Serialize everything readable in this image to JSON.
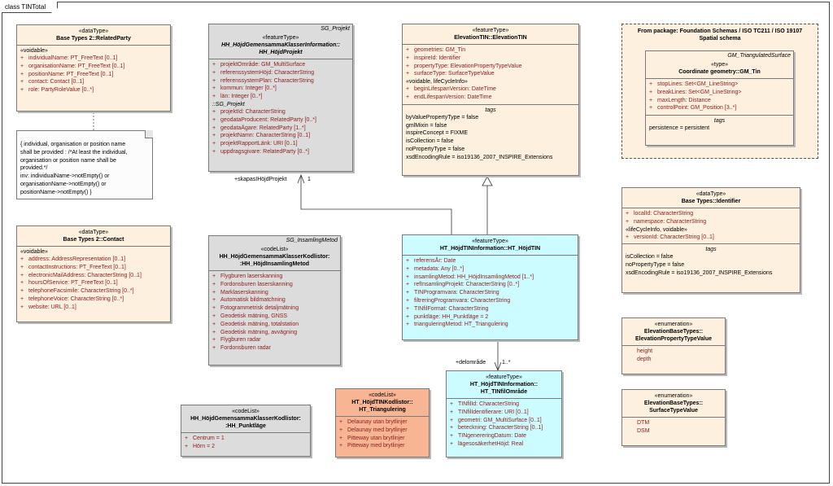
{
  "diagram": {
    "tab": "class TINTotal"
  },
  "related_party": {
    "stereotype": "«dataType»",
    "name": "Base Types 2::RelatedParty",
    "section_stereotype": "«voidable»",
    "attributes": [
      "individualName: PT_FreeText [0..1]",
      "organisationName: PT_FreeText [0..1]",
      "positionName: PT_FreeText [0..1]",
      "contact: Contact [0..1]",
      "role: PartyRoleValue [0..*]"
    ]
  },
  "constraint_note": {
    "lines": [
      "{ individual, organisation or position name",
      "shall be provided : /*At least the individual,",
      "organisation or position name shall be",
      "provided.*/",
      "inv: individualName->notEmpty() or",
      "organisationName->notEmpty() or",
      "positionName->notEmpty() }"
    ]
  },
  "contact": {
    "stereotype": "«dataType»",
    "name": "Base Types 2::Contact",
    "section_stereotype": "«voidable»",
    "attributes": [
      "address: AddressRepresentation [0..1]",
      "contactInstructions: PT_FreeText [0..1]",
      "electronicMailAddress: CharacterString [0..1]",
      "hoursOfService: PT_FreeText [0..1]",
      "telephoneFacsimile: CharacterString [0..*]",
      "telephoneVoice: CharacterString [0..*]",
      "website: URL [0..1]"
    ]
  },
  "projekt": {
    "package": "SG_Projekt",
    "stereotype": "«featureType»",
    "name_line1": "HH_HöjdGemensammaKlasserInformation::",
    "name_line2": "HH_HöjdProjekt",
    "attributes": [
      "projektOmråde: GM_MultiSurface",
      "referenssystemHöjd: CharacterString",
      "referenssystemPlan: CharacterString",
      "kommun: Integer [0..*]",
      "län: Integer [0..*]"
    ],
    "inherited_label": "::SG_Projekt",
    "inherited_attributes": [
      "projektId: CharacterString",
      "geodataProducent: RelatedParty [0..*]",
      "geodataÄgare: RelatedParty [1..*]",
      "projektNamn: CharacterString [0..1]",
      "projektRapportLänk: URI [0..1]",
      "uppdragsgivare: RelatedParty [0..*]"
    ]
  },
  "insamlingmetod": {
    "package": "SG_InsamlingMetod",
    "stereotype": "«codeList»",
    "name_line1": "HH_HöjdGemensammaKlasserKodlistor:",
    ":HH_HöjdInsamlingMetod": null,
    "name_line2": ":HH_HöjdInsamlingMetod",
    "values": [
      "Flygburen laserskanning",
      "Fordonsburen laserskanning",
      "Marklaserskanning",
      "Automatisk bildmatchning",
      "Fotogrammetrisk detaljmätning",
      "Geodetisk mätning, GNSS",
      "Geodetisk mätning, totalstation",
      "Geodetisk mätning, avvägning",
      "Flygburen radar",
      "Fordonsburen radar"
    ]
  },
  "punktlage": {
    "stereotype": "«codeList»",
    "name_line1": "HH_HöjdGemensammaKlasserKodlistor:",
    "name_line2": ":HH_Punktläge",
    "values": [
      "Centrum = 1",
      "Hörn = 2"
    ]
  },
  "triangulering": {
    "stereotype": "«codeList»",
    "name_line1": "HT_HöjdTINKodlistor::",
    "name_line2": "HT_Triangulering",
    "values": [
      "Delaunay utan brytlinjer",
      "Delaunay med brytlinjer",
      "Pitteway utan brytlinjer",
      "Pitteway med brytlinjer"
    ]
  },
  "elevation_tin": {
    "stereotype": "«featureType»",
    "name": "ElevationTIN::ElevationTIN",
    "attributes": [
      "geometries: GM_Tin",
      "inspireId: Identifier",
      "propertyType: ElevationPropertyTypeValue",
      "surfaceType: SurfaceTypeValue"
    ],
    "section2_stereotype": "«voidable, lifeCycleInfo»",
    "attributes2": [
      "beginLifespanVersion: DateTime",
      "endLifespanVersion: DateTime"
    ],
    "tags_title": "tags",
    "tags": [
      "byValuePropertyType = false",
      "gmlMixin = false",
      "inspireConcept = FIXME",
      "isCollection = false",
      "noPropertyType = false",
      "xsdEncodingRule = iso19136_2007_INSPIRE_Extensions"
    ]
  },
  "hojd_tin": {
    "stereotype": "«featureType»",
    "name": "HT_HöjdTINInformation::HT_HöjdTIN",
    "attributes": [
      "referensÅr: Date",
      "metadata: Any [0..*]",
      "insamlingMetod: HH_HöjdInsamlingMetod [1..*]",
      "refInsamlingProjekt: CharacterString [0..*]",
      "TINProgramvara: CharacterString",
      "filtreringProgramvara: CharacterString",
      "TINfilFormat: CharacterString",
      "punktläge: HH_Punktläge = 2",
      "trianguleringMetod: HT_Triangulering"
    ]
  },
  "tinfil": {
    "stereotype": "«featureType»",
    "name_line1": "HT_HöjdTINInformation::",
    "name_line2": "HT_TINfilOmråde",
    "attributes": [
      "TINfilId: CharacterString",
      "TINfilIdentifierare: URI [0..1]",
      "geometri: GM_MultiSurface [0..1]",
      "beteckning: CharacterString [0..1]",
      "TINgenereringDatum: Date",
      "lägesosäkerhetHöjd: Real"
    ]
  },
  "iso_package": {
    "title_line1": "From package: Foundation Schemas / ISO TC211 / ISO 19107",
    "title_line2": "Spatial schema",
    "class": {
      "package": "GM_TriangulatedSurface",
      "stereotype": "«type»",
      "name": "Coordinate geometry::GM_Tin",
      "attributes": [
        "stopLines: Set<GM_LineString>",
        "breakLines: Set<GM_LineString>",
        "maxLength: Distance",
        "controlPoint: GM_Position [3..*]"
      ],
      "tags_title": "tags",
      "tags": [
        "persistence = persistent"
      ]
    }
  },
  "identifier": {
    "stereotype": "«dataType»",
    "name": "Base Types::Identifier",
    "attributes": [
      "localId: CharacterString",
      "namespace: CharacterString"
    ],
    "section2_stereotype": "«lifeCycleInfo, voidable»",
    "attributes2": [
      "versionId: CharacterString [0..1]"
    ],
    "tags_title": "tags",
    "tags": [
      "isCollection = false",
      "noPropertyType = false",
      "xsdEncodingRule = iso19136_2007_INSPIRE_Extensions"
    ]
  },
  "elevation_property_type": {
    "stereotype": "«enumeration»",
    "name_line1": "ElevationBaseTypes::",
    "name_line2": "ElevationPropertyTypeValue",
    "values": [
      "height",
      "depth"
    ]
  },
  "surface_type": {
    "stereotype": "«enumeration»",
    "name_line1": "ElevationBaseTypes::",
    "name_line2": "SurfaceTypeValue",
    "values": [
      "DTM",
      "DSM"
    ]
  },
  "connectors": {
    "projekt_role": "+skapasIHöjdProjekt",
    "projekt_mult": "1",
    "delomrade_role": "+delområde",
    "delomrade_mult": "1..*"
  }
}
